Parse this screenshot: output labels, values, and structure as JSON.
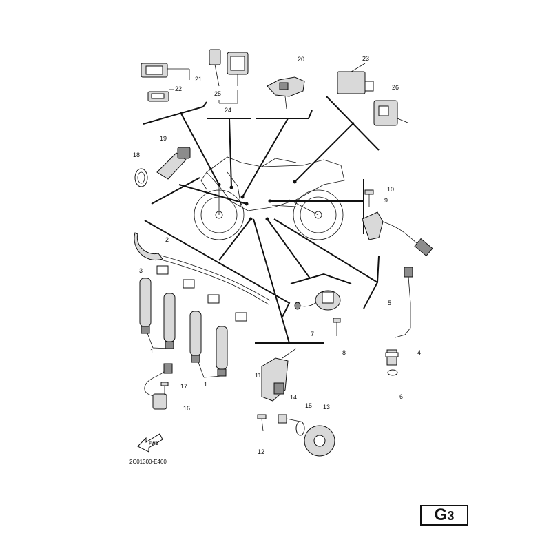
{
  "diagram": {
    "callouts": [
      {
        "id": "c1a",
        "text": "1"
      },
      {
        "id": "c1b",
        "text": "1"
      },
      {
        "id": "c2",
        "text": "2"
      },
      {
        "id": "c3",
        "text": "3"
      },
      {
        "id": "c4",
        "text": "4"
      },
      {
        "id": "c5",
        "text": "5"
      },
      {
        "id": "c6",
        "text": "6"
      },
      {
        "id": "c7",
        "text": "7"
      },
      {
        "id": "c8",
        "text": "8"
      },
      {
        "id": "c9",
        "text": "9"
      },
      {
        "id": "c10",
        "text": "10"
      },
      {
        "id": "c11",
        "text": "11"
      },
      {
        "id": "c12",
        "text": "12"
      },
      {
        "id": "c13",
        "text": "13"
      },
      {
        "id": "c14",
        "text": "14"
      },
      {
        "id": "c15",
        "text": "15"
      },
      {
        "id": "c16",
        "text": "16"
      },
      {
        "id": "c17",
        "text": "17"
      },
      {
        "id": "c18",
        "text": "18"
      },
      {
        "id": "c19",
        "text": "19"
      },
      {
        "id": "c20",
        "text": "20"
      },
      {
        "id": "c21",
        "text": "21"
      },
      {
        "id": "c22",
        "text": "22"
      },
      {
        "id": "c23",
        "text": "23"
      },
      {
        "id": "c24",
        "text": "24"
      },
      {
        "id": "c25",
        "text": "25"
      },
      {
        "id": "c26",
        "text": "26"
      }
    ],
    "fwd_label": "FWD",
    "drawing_code": "2C01300-E460"
  },
  "page_tag": {
    "letter": "G",
    "number": "3"
  }
}
